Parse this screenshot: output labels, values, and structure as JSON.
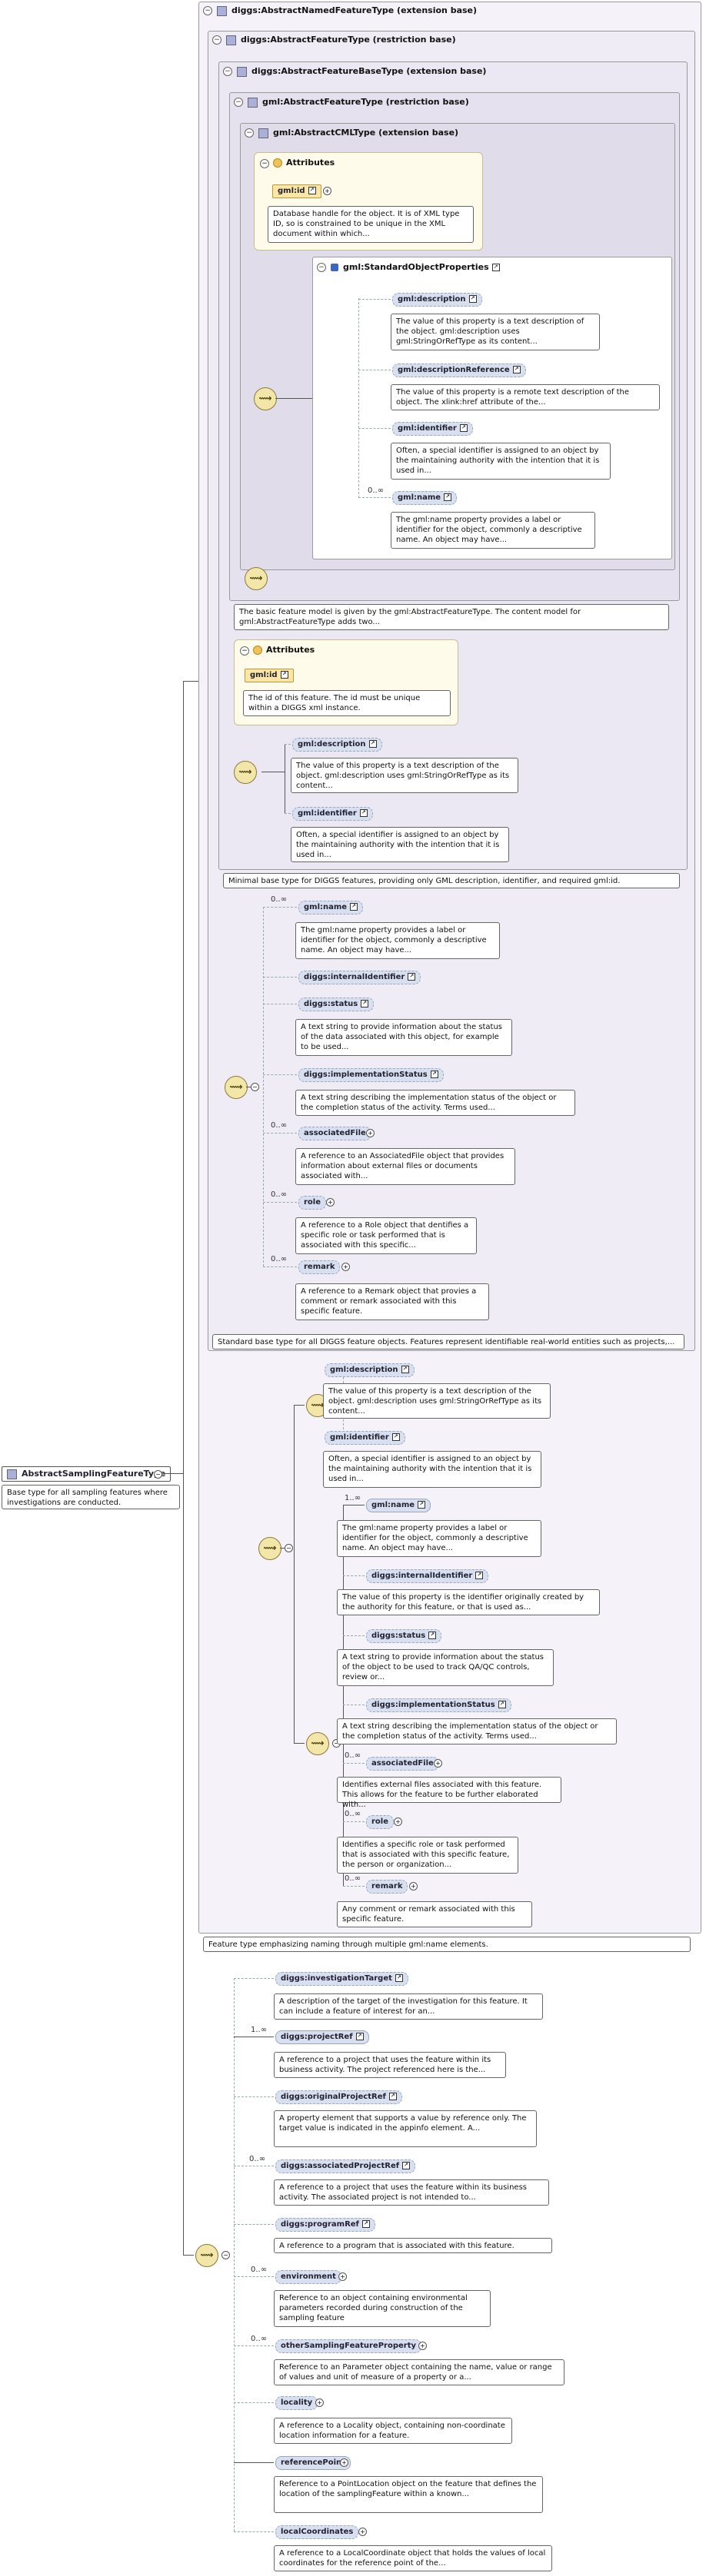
{
  "symbols": {
    "plus": "+",
    "minus": "−",
    "ref": "↗",
    "seq": "⟿"
  },
  "headers": {
    "namedFeature": "diggs:AbstractNamedFeatureType (extension base)",
    "feature": "diggs:AbstractFeatureType (restriction base)",
    "featureBase": "diggs:AbstractFeatureBaseType (extension base)",
    "gmlFeature": "gml:AbstractFeatureType (restriction base)",
    "gmlCML": "gml:AbstractCMLType (extension base)",
    "attributes": "Attributes",
    "stdProps": "gml:StandardObjectProperties"
  },
  "root": {
    "name": "AbstractSamplingFeatureType",
    "doc": "Base type for all sampling features where investigations are conducted."
  },
  "gmlCMLBlock": {
    "attr": {
      "name": "gml:id",
      "doc": "Database handle for the object. It is of XML type ID, so is constrained to be unique in the XML document within which..."
    },
    "elements": [
      {
        "name": "gml:description",
        "card": "",
        "doc": "The value of this property is a text description of the object. gml:description uses gml:StringOrRefType as its content..."
      },
      {
        "name": "gml:descriptionReference",
        "card": "",
        "doc": "The value of this property is a remote text description of the object. The xlink:href attribute of the..."
      },
      {
        "name": "gml:identifier",
        "card": "",
        "doc": "Often, a special identifier is assigned to an object by the maintaining authority with the intention that it is used in..."
      },
      {
        "name": "gml:name",
        "card": "0..∞",
        "doc": "The gml:name property provides a label or identifier for the object, commonly a descriptive name. An object may have..."
      }
    ],
    "typeDoc": "The basic feature model is given by the gml:AbstractFeatureType. The content model for gml:AbstractFeatureType adds two..."
  },
  "featureBaseBlock": {
    "attr": {
      "name": "gml:id",
      "doc": "The id of this feature. The id must be unique within a DIGGS xml instance."
    },
    "elements": [
      {
        "name": "gml:description",
        "card": "",
        "doc": "The value of this property is a text description of the object. gml:description uses gml:StringOrRefType as its content..."
      },
      {
        "name": "gml:identifier",
        "card": "",
        "doc": "Often, a special identifier is assigned to an object by the maintaining authority with the intention that it is used in..."
      }
    ],
    "typeDoc": "Minimal base type for DIGGS features, providing only GML description, identifier, and required gml:id."
  },
  "featureBlock": {
    "elements": [
      {
        "name": "gml:name",
        "card": "0..∞",
        "doc": "The gml:name property provides a label or identifier for the object, commonly a descriptive name. An object may have..."
      },
      {
        "name": "diggs:internalIdentifier",
        "card": "",
        "doc": ""
      },
      {
        "name": "diggs:status",
        "card": "",
        "doc": "A text string to provide information about the status of the data associated with this object, for example to be used..."
      },
      {
        "name": "diggs:implementationStatus",
        "card": "",
        "doc": "A text string describing the implementation status of the object or the completion status of the activity. Terms used..."
      },
      {
        "name": "associatedFile",
        "card": "0..∞",
        "doc": "A reference to an AssociatedFile object that provides information about external files or documents associated with..."
      },
      {
        "name": "role",
        "card": "0..∞",
        "doc": "A reference to a Role object that dentifies a specific role or task performed that is associated with this specific..."
      },
      {
        "name": "remark",
        "card": "0..∞",
        "doc": "A reference to a Remark object that provies a comment or remark associated with this specific feature."
      }
    ],
    "typeDoc": "Standard base type for all DIGGS feature objects. Features represent identifiable real-world entities such as projects,..."
  },
  "namedBlock": {
    "top": [
      {
        "name": "gml:description",
        "card": "",
        "doc": "The value of this property is a text description of the object. gml:description uses gml:StringOrRefType as its content..."
      },
      {
        "name": "gml:identifier",
        "card": "",
        "doc": "Often, a special identifier is assigned to an object by the maintaining authority with the intention that it is used in..."
      }
    ],
    "elements": [
      {
        "name": "gml:name",
        "card": "1..∞",
        "doc": "The gml:name property provides a label or identifier for the object, commonly a descriptive name. An object may have..."
      },
      {
        "name": "diggs:internalIdentifier",
        "card": "",
        "doc": "The value of this property is the identifier originally created by the authority for this feature, or that is used as..."
      },
      {
        "name": "diggs:status",
        "card": "",
        "doc": "A text string to provide information about the status of the object to be used to track QA/QC controls, review or..."
      },
      {
        "name": "diggs:implementationStatus",
        "card": "",
        "doc": "A text string describing the implementation status of the object or the completion status of the activity. Terms used..."
      },
      {
        "name": "associatedFile",
        "card": "0..∞",
        "doc": "Identifies external files associated with this feature. This allows for the feature to be further elaborated with..."
      },
      {
        "name": "role",
        "card": "0..∞",
        "doc": "Identifies a specific role or task performed that is associated with this specific feature, the person or organization..."
      },
      {
        "name": "remark",
        "card": "0..∞",
        "doc": "Any comment or remark associated with this specific feature."
      }
    ],
    "typeDoc": "Feature type emphasizing naming through multiple gml:name elements."
  },
  "samplingElements": [
    {
      "name": "diggs:investigationTarget",
      "card": "",
      "doc": "A description of the target of the investigation for this feature. It can include a feature of interest for an..."
    },
    {
      "name": "diggs:projectRef",
      "card": "1..∞",
      "doc": "A reference to a project that uses the feature within its business activity. The project referenced here is the..."
    },
    {
      "name": "diggs:originalProjectRef",
      "card": "",
      "doc": "A property element that supports a value by reference only. The target value is indicated in the appinfo element. A..."
    },
    {
      "name": "diggs:associatedProjectRef",
      "card": "0..∞",
      "doc": "A reference to a project that uses the feature within its business activity. The associated project is not intended to..."
    },
    {
      "name": "diggs:programRef",
      "card": "",
      "doc": "A reference to a program that is associated with this feature."
    },
    {
      "name": "environment",
      "card": "0..∞",
      "doc": "Reference to an object containing environmental parameters recorded during construction of the sampling feature"
    },
    {
      "name": "otherSamplingFeatureProperty",
      "card": "0..∞",
      "doc": "Reference to an Parameter object containing the name, value or range of values and unit of measure of a property or a..."
    },
    {
      "name": "locality",
      "card": "",
      "doc": "A reference to a Locality object, containing non-coordinate location information for a feature."
    },
    {
      "name": "referencePoint",
      "card": "",
      "doc": "Reference to a PointLocation object on the feature that defines the location of the samplingFeature within a known..."
    },
    {
      "name": "localCoordinates",
      "card": "",
      "doc": "A reference to a LocalCoordinate object that holds the values of local coordinates for the reference point of the..."
    }
  ]
}
